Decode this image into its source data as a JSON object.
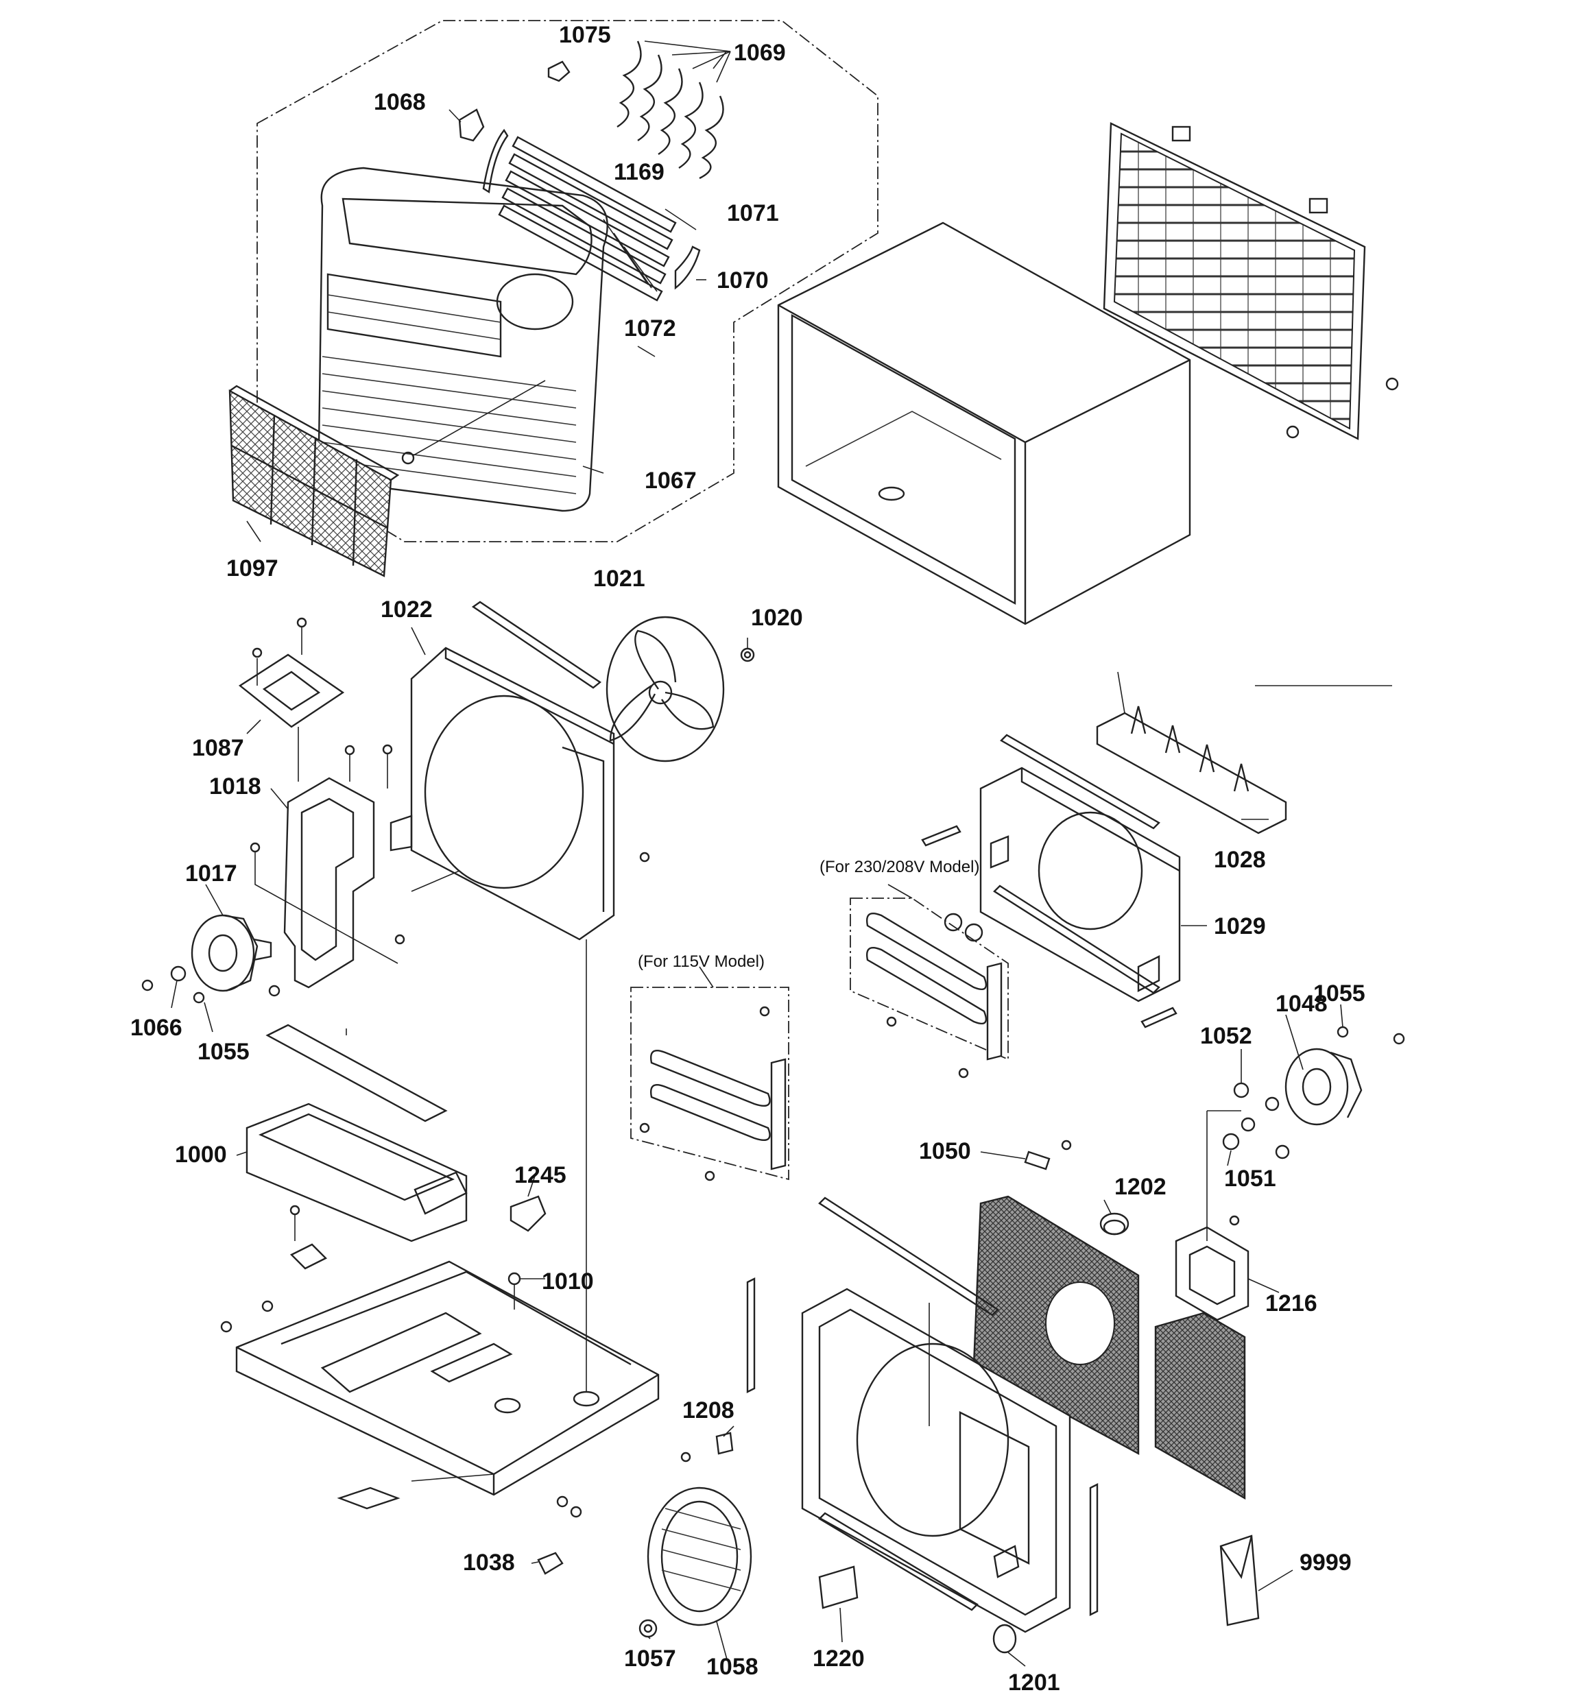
{
  "labels": {
    "p1000": "1000",
    "p1010": "1010",
    "p1017": "1017",
    "p1018": "1018",
    "p1020": "1020",
    "p1021": "1021",
    "p1022": "1022",
    "p1028": "1028",
    "p1029": "1029",
    "p1038": "1038",
    "p1048": "1048",
    "p1050": "1050",
    "p1051": "1051",
    "p1052": "1052",
    "p1055a": "1055",
    "p1055b": "1055",
    "p1057": "1057",
    "p1058": "1058",
    "p1066": "1066",
    "p1067": "1067",
    "p1068": "1068",
    "p1069": "1069",
    "p1070": "1070",
    "p1071": "1071",
    "p1072": "1072",
    "p1075": "1075",
    "p1087": "1087",
    "p1097": "1097",
    "p1169": "1169",
    "p1201": "1201",
    "p1202": "1202",
    "p1208": "1208",
    "p1216": "1216",
    "p1220": "1220",
    "p1245": "1245",
    "p9999": "9999"
  },
  "notes": {
    "model_230": "(For 230/208V Model)",
    "model_115": "(For 115V Model)"
  }
}
